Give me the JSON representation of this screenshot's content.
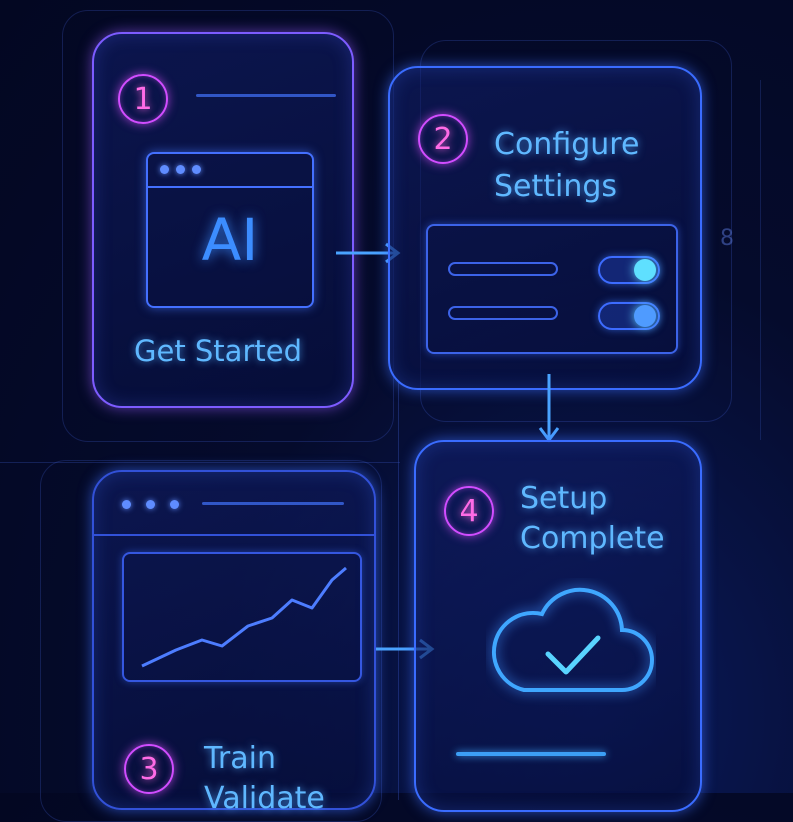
{
  "steps": [
    {
      "number": "1",
      "label": "Get Started"
    },
    {
      "number": "2",
      "label_line1": "Configure",
      "label_line2": "Settings"
    },
    {
      "number": "3",
      "label_line1": "Train",
      "label_line2": "Validate"
    },
    {
      "number": "4",
      "label_line1": "Setup",
      "label_line2": "Complete"
    }
  ],
  "screen_logo": "AI",
  "stray_glyph": "8",
  "colors": {
    "background": "#050b2c",
    "accent_blue": "#3a6cff",
    "accent_magenta": "#d14dff",
    "text_cyan": "#5fb8ff",
    "toggle_knob": "#5fd0ff"
  },
  "icons": [
    "window-icon",
    "settings-toggle-icon",
    "chart-icon",
    "cloud-check-icon",
    "arrow-right-icon",
    "arrow-down-icon"
  ]
}
